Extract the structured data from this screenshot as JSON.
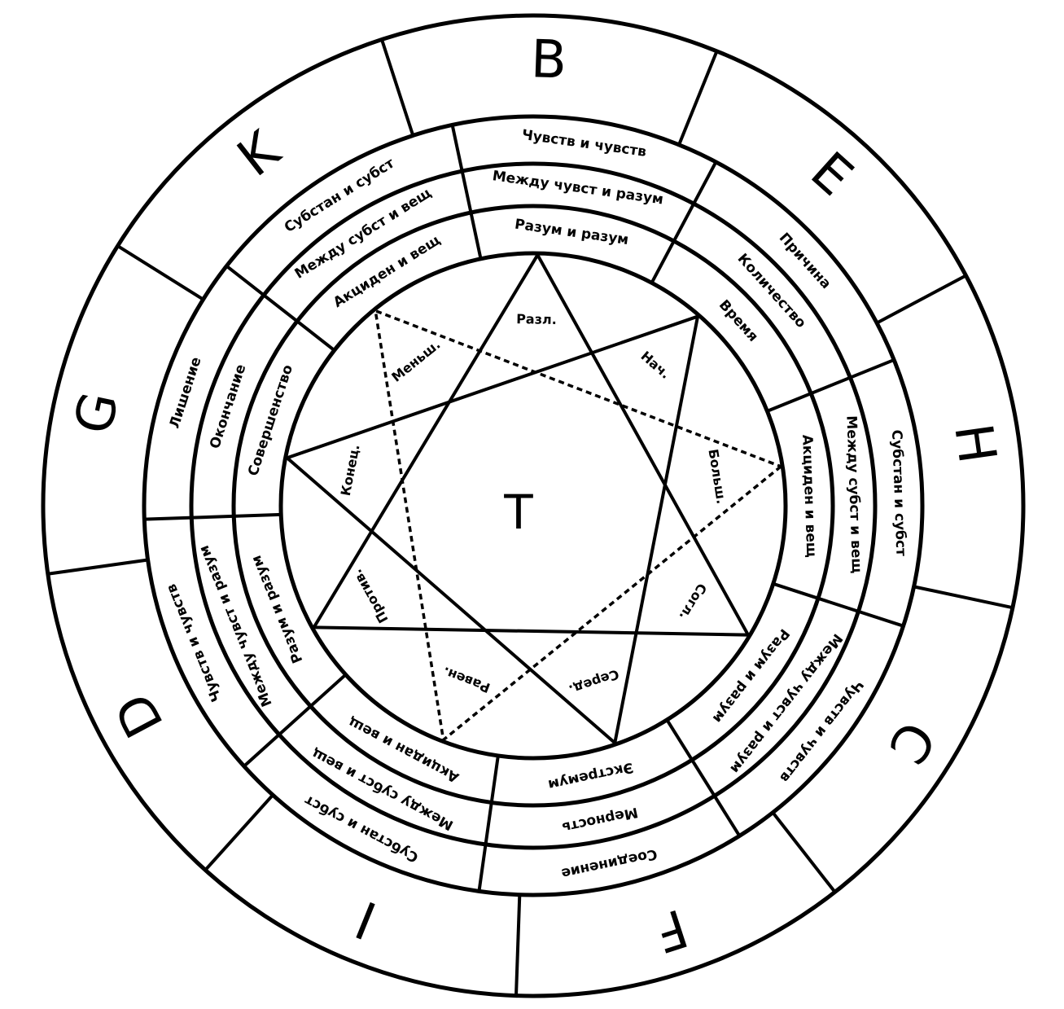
{
  "center_letter": "T",
  "sectors": [
    {
      "letter": "B",
      "rings": [
        "Чувств и чувств",
        "Между чувст и разум",
        "Разум и разум"
      ]
    },
    {
      "letter": "E",
      "rings": [
        "Причина",
        "Количество",
        "Время"
      ]
    },
    {
      "letter": "H",
      "rings": [
        "Субстан и субст",
        "Между субст и вещ",
        "Акциден и вещ"
      ]
    },
    {
      "letter": "C",
      "rings": [
        "Чувств и чувств",
        "Между чувст и разум",
        "Разум и разум"
      ]
    },
    {
      "letter": "F",
      "rings": [
        "Соединение",
        "Мерность",
        "Экстремум"
      ]
    },
    {
      "letter": "I",
      "rings": [
        "Субстан и субст",
        "Между субст и вещ",
        "Акцидан и вещ"
      ]
    },
    {
      "letter": "D",
      "rings": [
        "Чувств и чувств",
        "Между чувст и разум",
        "Разум и разум"
      ]
    },
    {
      "letter": "G",
      "rings": [
        "Лишение",
        "Окончание",
        "Совершенство"
      ]
    },
    {
      "letter": "K",
      "rings": [
        "Субстан и субст",
        "Между субст и вещ",
        "Акциден и вещ"
      ]
    }
  ],
  "star_labels": [
    "Разл.",
    "Нач.",
    "Больш.",
    "Согл.",
    "Серед.",
    "Равен.",
    "Против.",
    "Конец.",
    "Меньш."
  ]
}
